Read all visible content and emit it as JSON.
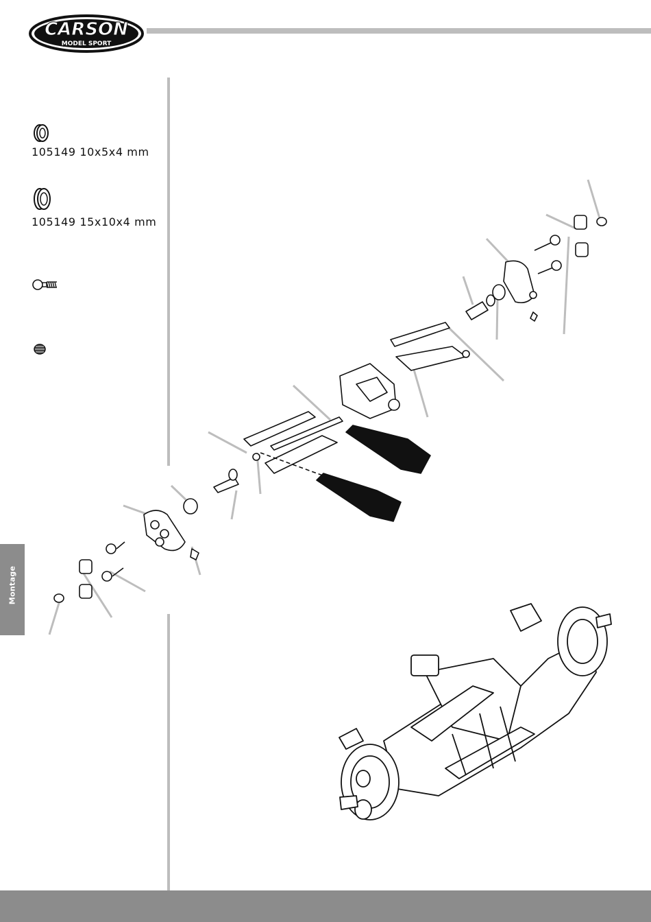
{
  "header": {
    "logo_brand": "CARSON",
    "logo_sub": "MODEL SPORT"
  },
  "parts": [
    {
      "icon": "small-ball-bearing-icon",
      "label": "105149  10x5x4 mm"
    },
    {
      "icon": "large-ball-bearing-icon",
      "label": "105149  15x10x4 mm"
    },
    {
      "icon": "ball-stud-icon",
      "label": ""
    },
    {
      "icon": "grub-screw-icon",
      "label": ""
    }
  ],
  "side_tab": {
    "label": "Montage"
  },
  "colors": {
    "rule": "#bdbdbd",
    "tab": "#8c8c8c",
    "ink": "#111111"
  }
}
